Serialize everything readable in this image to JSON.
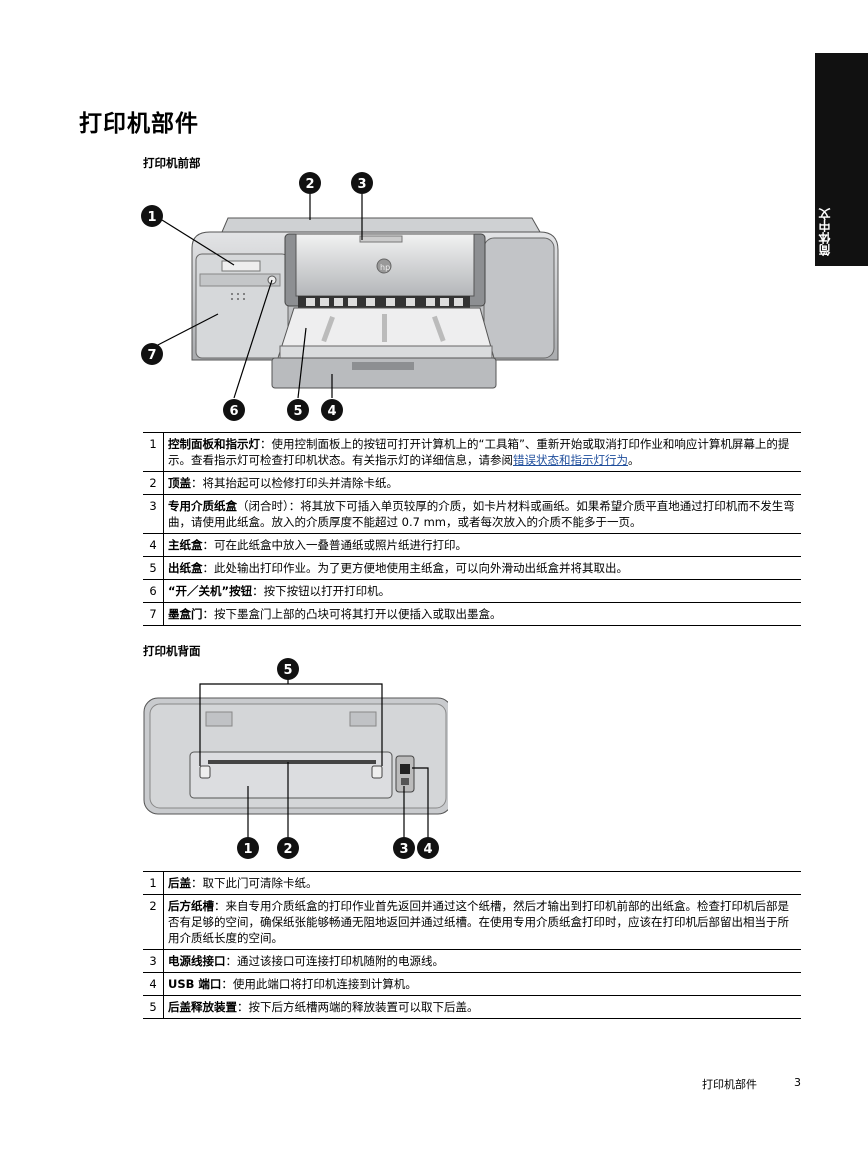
{
  "side_tab": {
    "label": "简体中文"
  },
  "page_title": "打印机部件",
  "front": {
    "heading": "打印机前部",
    "callouts": [
      "1",
      "2",
      "3",
      "4",
      "5",
      "6",
      "7"
    ],
    "rows": [
      {
        "num": "1",
        "term": "控制面板和指示灯",
        "text": "：使用控制面板上的按钮可打开计算机上的“工具箱”、重新开始或取消打印作业和响应计算机屏幕上的提示。查看指示灯可检查打印机状态。有关指示灯的详细信息，请参阅",
        "link": "错误状态和指示灯行为",
        "tail": "。"
      },
      {
        "num": "2",
        "term": "顶盖",
        "text": "：将其抬起可以检修打印头并清除卡纸。"
      },
      {
        "num": "3",
        "term": "专用介质纸盒",
        "text": "（闭合时）：将其放下可插入单页较厚的介质，如卡片材料或画纸。如果希望介质平直地通过打印机而不发生弯曲，请使用此纸盒。放入的介质厚度不能超过 0.7 mm，或者每次放入的介质不能多于一页。"
      },
      {
        "num": "4",
        "term": "主纸盒",
        "text": "：可在此纸盒中放入一叠普通纸或照片纸进行打印。"
      },
      {
        "num": "5",
        "term": "出纸盒",
        "text": "：此处输出打印作业。为了更方便地使用主纸盒，可以向外滑动出纸盒并将其取出。"
      },
      {
        "num": "6",
        "term": "“开／关机”按钮",
        "text": "：按下按钮以打开打印机。"
      },
      {
        "num": "7",
        "term": "墨盒门",
        "text": "：按下墨盒门上部的凸块可将其打开以便插入或取出墨盒。"
      }
    ]
  },
  "back": {
    "heading": "打印机背面",
    "callouts": [
      "5",
      "1",
      "2",
      "3",
      "4"
    ],
    "rows": [
      {
        "num": "1",
        "term": "后盖",
        "text": "：取下此门可清除卡纸。"
      },
      {
        "num": "2",
        "term": "后方纸槽",
        "text": "：来自专用介质纸盒的打印作业首先返回并通过这个纸槽，然后才输出到打印机前部的出纸盒。检查打印机后部是否有足够的空间，确保纸张能够畅通无阻地返回并通过纸槽。在使用专用介质纸盒打印时，应该在打印机后部留出相当于所用介质纸长度的空间。"
      },
      {
        "num": "3",
        "term": "电源线接口",
        "text": "：通过该接口可连接打印机随附的电源线。"
      },
      {
        "num": "4",
        "term": "USB 端口",
        "text": "：使用此端口将打印机连接到计算机。"
      },
      {
        "num": "5",
        "term": "后盖释放装置",
        "text": "：按下后方纸槽两端的释放装置可以取下后盖。"
      }
    ]
  },
  "footer": {
    "label": "打印机部件",
    "page": "3"
  },
  "colors": {
    "tab": "#111111",
    "link": "#1f4e9c",
    "printer_body": "#c9cbce"
  }
}
